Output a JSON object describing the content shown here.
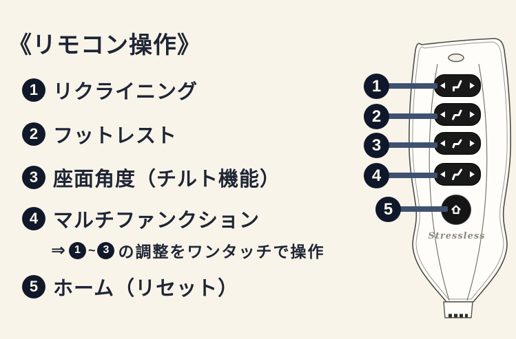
{
  "colors": {
    "background": "#f9f4e9",
    "ink": "#1e2535",
    "badge": "#10182a",
    "callout_line": "#3f5170",
    "remote_body": "#fefdfa",
    "button": "#191919"
  },
  "title": "《リモコン操作》",
  "items": [
    {
      "num": "1",
      "label": "リクライニング"
    },
    {
      "num": "2",
      "label": "フットレスト"
    },
    {
      "num": "3",
      "label": "座面角度（チルト機能）"
    },
    {
      "num": "4",
      "label": "マルチファンクション"
    },
    {
      "num": "5",
      "label": "ホーム（リセット）"
    }
  ],
  "subnote": {
    "arrow": "⇒",
    "from": "1",
    "tilde": "~",
    "to": "3",
    "text": "の調整をワンタッチで操作"
  },
  "remote": {
    "brand": "Stressless",
    "callouts": [
      "1",
      "2",
      "3",
      "4",
      "5"
    ]
  }
}
